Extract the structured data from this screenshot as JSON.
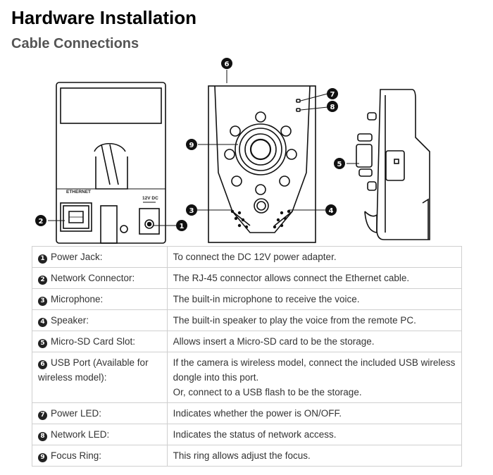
{
  "heading": "Hardware Installation",
  "subheading": "Cable Connections",
  "diagram": {
    "ethernet_label": "ETHERNET",
    "power_label": "12V DC",
    "callouts": [
      "1",
      "2",
      "3",
      "4",
      "5",
      "6",
      "7",
      "8",
      "9"
    ]
  },
  "rows": [
    {
      "num": "1",
      "label": "Power Jack:",
      "desc": [
        "To connect the DC 12V power adapter."
      ]
    },
    {
      "num": "2",
      "label": "Network Connector:",
      "desc": [
        "The RJ-45 connector allows connect the Ethernet cable."
      ]
    },
    {
      "num": "3",
      "label": "Microphone:",
      "desc": [
        "The built-in microphone to receive the voice."
      ]
    },
    {
      "num": "4",
      "label": "Speaker:",
      "desc": [
        "The built-in speaker to play the voice from the remote PC."
      ]
    },
    {
      "num": "5",
      "label": "Micro-SD Card Slot:",
      "desc": [
        "Allows insert a Micro-SD card to be the storage."
      ]
    },
    {
      "num": "6",
      "label": "USB Port (Available for wireless model):",
      "desc": [
        "If the camera is wireless model, connect the included USB wireless dongle into this port.",
        "Or, connect to a USB flash to be the storage."
      ]
    },
    {
      "num": "7",
      "label": "Power LED:",
      "desc": [
        "Indicates whether the power is ON/OFF."
      ]
    },
    {
      "num": "8",
      "label": "Network LED:",
      "desc": [
        "Indicates the status of network access."
      ]
    },
    {
      "num": "9",
      "label": "Focus Ring:",
      "desc": [
        "This ring allows adjust the focus."
      ]
    }
  ]
}
